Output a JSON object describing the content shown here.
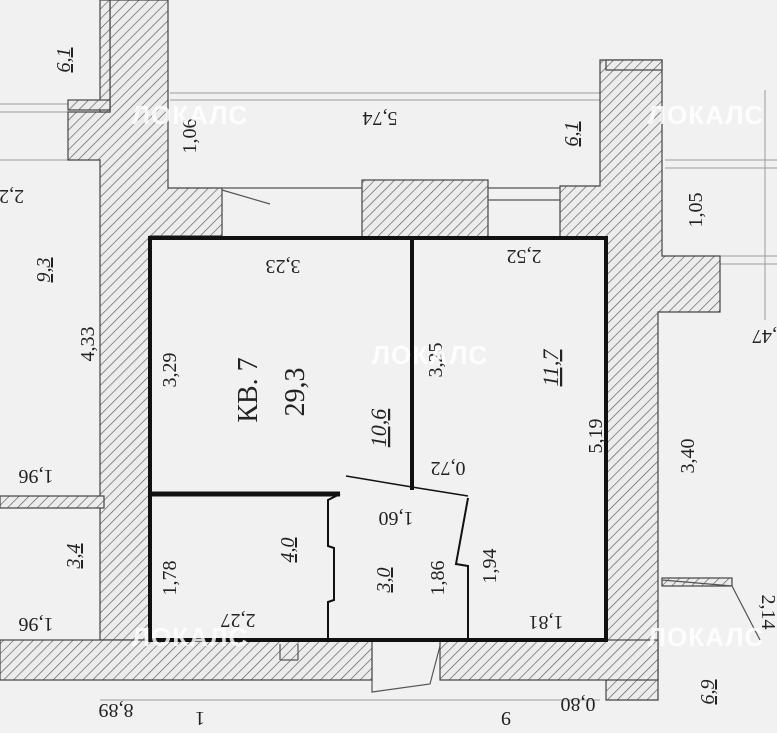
{
  "watermark": "ЛОКАЛС",
  "apartment": {
    "title": "КВ. 7",
    "total_area": "29,3"
  },
  "areas": {
    "room_main": "11,7",
    "kitchen": "10,6",
    "bath": "4,0",
    "hall": "3,0",
    "left_top": "6,1",
    "left_mid": "9,3",
    "left_low": "3,4",
    "top_right": "6,1",
    "bottom_right": "6,9"
  },
  "dims": {
    "top_5_74": "5,74",
    "d_1_06": "1,06",
    "d_1_05": "1,05",
    "d_2_2": "2,2",
    "d_4_33": "4,33",
    "d_1_96_a": "1,96",
    "d_1_96_b": "1,96",
    "d_3_23": "3,23",
    "d_2_52": "2,52",
    "d_3_29": "3,29",
    "d_3_25": "3,25",
    "d_5_19": "5,19",
    "d_0_72": "0,72",
    "d_1_60": "1,60",
    "d_1_78": "1,78",
    "d_2_27": "2,27",
    "d_1_86": "1,86",
    "d_1_94": "1,94",
    "d_1_81": "1,81",
    "d_3_40": "3,40",
    "d_47": ",47",
    "d_2_14": "2,14",
    "d_8_89": "8,89",
    "d_0_80": "0,80",
    "d_1": "1",
    "d_9": "9"
  },
  "colors": {
    "background": "#f1f1f1",
    "wall_line": "#444444",
    "outline": "#111111",
    "hatch": "#555555"
  }
}
